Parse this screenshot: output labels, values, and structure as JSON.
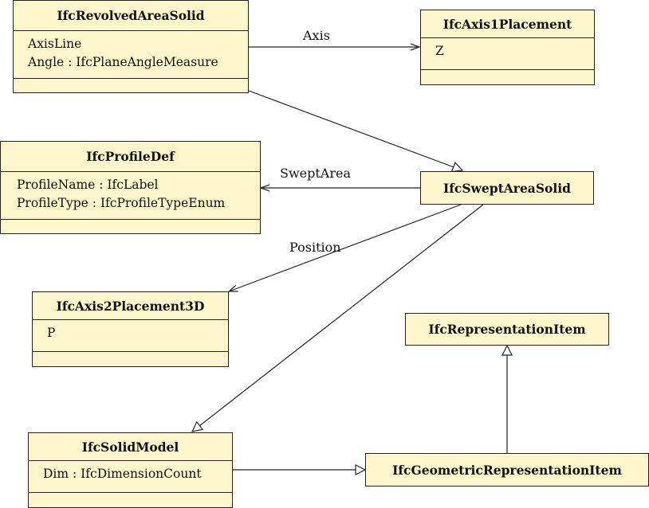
{
  "classes": {
    "revolved": {
      "name": "IfcRevolvedAreaSolid",
      "attrs": [
        "AxisLine",
        "Angle : IfcPlaneAngleMeasure"
      ]
    },
    "axis1": {
      "name": "IfcAxis1Placement",
      "attrs": [
        "Z"
      ]
    },
    "profiledef": {
      "name": "IfcProfileDef",
      "attrs": [
        "ProfileName : IfcLabel",
        "ProfileType : IfcProfileTypeEnum"
      ]
    },
    "swept": {
      "name": "IfcSweptAreaSolid"
    },
    "axis2": {
      "name": "IfcAxis2Placement3D",
      "attrs": [
        "P"
      ]
    },
    "repitem": {
      "name": "IfcRepresentationItem"
    },
    "solidmodel": {
      "name": "IfcSolidModel",
      "attrs": [
        "Dim : IfcDimensionCount"
      ]
    },
    "geomrepitem": {
      "name": "IfcGeometricRepresentationItem"
    }
  },
  "edge_labels": {
    "axis": "Axis",
    "swept_area": "SweptArea",
    "position": "Position"
  }
}
